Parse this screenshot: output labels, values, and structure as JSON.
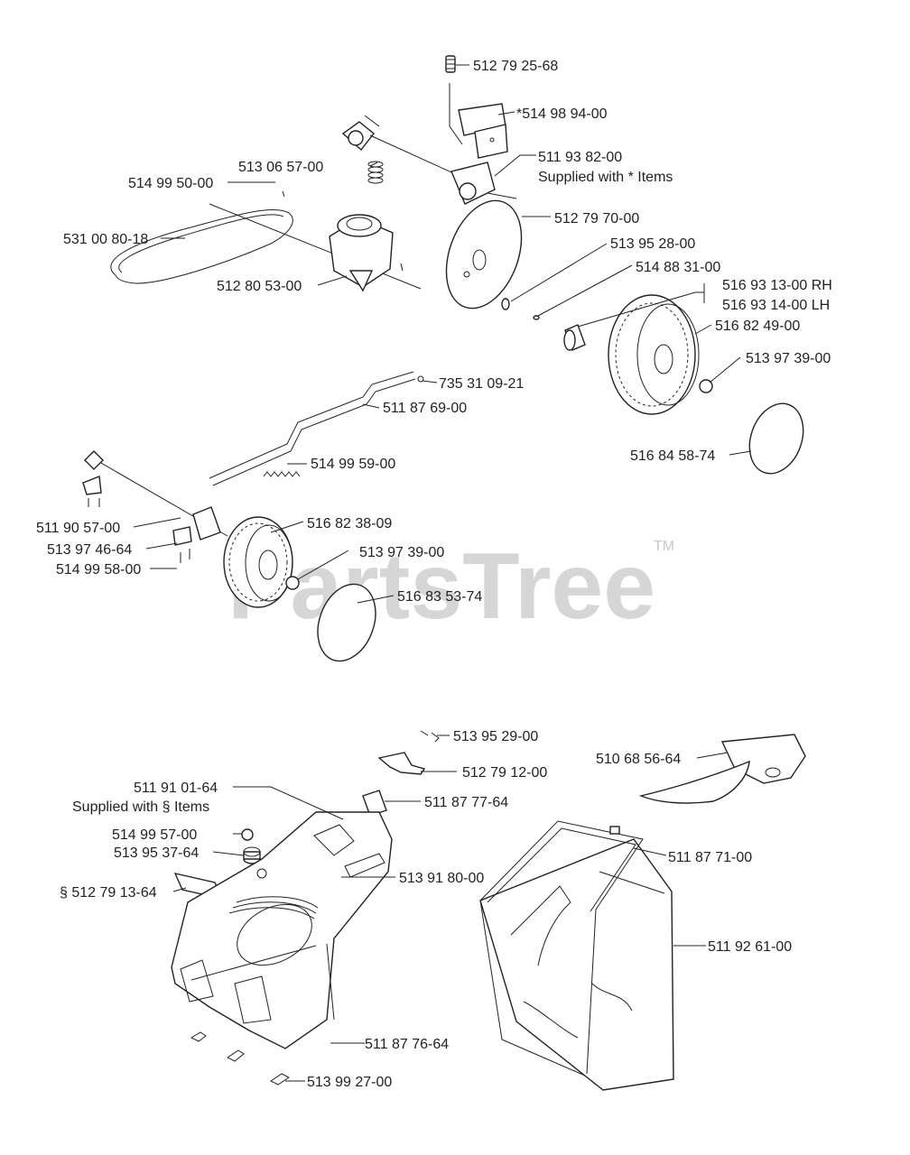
{
  "watermark": {
    "text": "PartsTree",
    "tm": "TM"
  },
  "labels": {
    "p_512792568": "512 79 25-68",
    "p_514989400": "*514 98 94-00",
    "p_511938200": "511 93 82-00",
    "supplied_star": "Supplied with * Items",
    "p_513065700": "513 06 57-00",
    "p_514995000": "514 99 50-00",
    "p_512797000": "512 79 70-00",
    "p_531008018": "531 00 80-18",
    "p_513952800": "513 95 28-00",
    "p_514883100": "514 88 31-00",
    "p_512805300": "512 80 53-00",
    "p_516931300": "516 93 13-00 RH",
    "p_516931400": "516 93 14-00 LH",
    "p_516824900": "516 82 49-00",
    "p_513973900a": "513 97 39-00",
    "p_735310921": "735 31 09-21",
    "p_511876900": "511 87 69-00",
    "p_516845874": "516 84 58-74",
    "p_514995900": "514 99 59-00",
    "p_511905700": "511 90 57-00",
    "p_516823809": "516 82 38-09",
    "p_513974664": "513 97 46-64",
    "p_513973900b": "513 97 39-00",
    "p_514995800": "514 99 58-00",
    "p_516835374": "516 83 53-74",
    "p_513952900": "513 95 29-00",
    "p_510685664": "510 68 56-64",
    "p_512791200": "512 79 12-00",
    "p_511910164": "511 91 01-64",
    "supplied_section": "Supplied with § Items",
    "p_511877764": "511 87 77-64",
    "p_514995700": "514 99 57-00",
    "p_511877100": "511 87 71-00",
    "p_513953764": "513 95 37-64",
    "p_513918000": "513 91 80-00",
    "p_512791364": "§ 512 79 13-64",
    "p_511926100": "511 92 61-00",
    "p_511877664": "511 87 76-64",
    "p_513992700": "513 99 27-00"
  }
}
